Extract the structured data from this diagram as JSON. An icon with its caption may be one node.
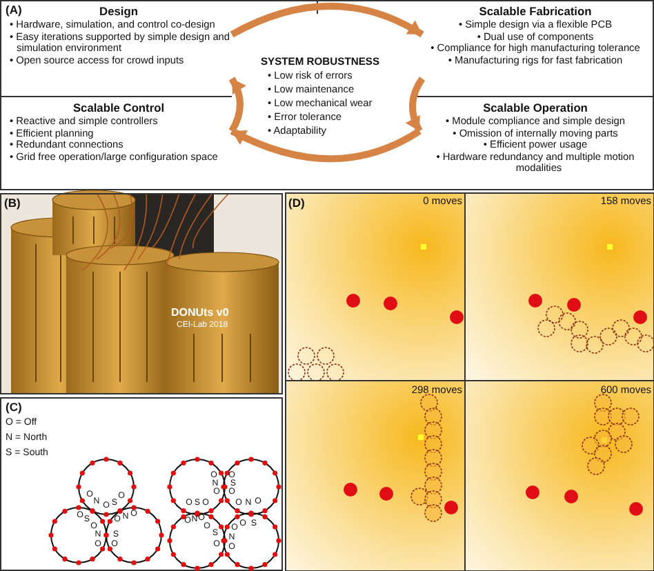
{
  "diagram": {
    "nodes": [
      {
        "text": [
          "Design",
          "• Hardware, simulation, and control co-design",
          "• Easy iterations supported by simple design and simulation environment",
          "• Open source access for crowd inputs"
        ]
      },
      {
        "text": [
          "Scalable Fabrication",
          "• Simple design via a flexible PCB",
          "• Dual use of components",
          "• Compliance for high manufacturing tolerance",
          "• Manufacturing rigs for fast fabrication"
        ]
      },
      {
        "text": [
          "Scalable Control",
          "• Reactive and simple controllers",
          "• Efficient planning",
          "• Redundant connections",
          "• Grid free operation/large configuration space"
        ]
      },
      {
        "text": [
          "Scalable Operation",
          "• Module compliance and simple design",
          "• Omission of internally moving parts",
          "• Efficient power usage",
          "• Hardware redundancy and multiple motion modalities"
        ]
      }
    ],
    "edges": [
      {
        "from": 0,
        "to": 1,
        "arrow": "to"
      },
      {
        "from": 1,
        "to": 3,
        "arrow": "to"
      },
      {
        "from": 3,
        "to": 2,
        "arrow": "to"
      },
      {
        "from": 2,
        "to": 0,
        "arrow": "to"
      }
    ],
    "labels": [
      "(A)",
      "SYSTEM ROBUSTNESS",
      "• Low risk of errors",
      "• Low maintenance",
      "• Low mechanical wear",
      "• Error tolerance",
      "• Adaptability",
      "(B)",
      "DONUts v0",
      "CEI-Lab 2018",
      "(D)",
      "0 moves",
      "158 moves",
      "298 moves",
      "600 moves",
      "(C)",
      "O = Off",
      "N = North",
      "S = South",
      "O",
      "N",
      "O",
      "S",
      "O",
      "O",
      "S",
      "O",
      "N",
      "O",
      "O",
      "N",
      "O",
      "S",
      "O",
      "O",
      "N",
      "O",
      "O",
      "S",
      "O",
      "O",
      "S",
      "O",
      "O",
      "N",
      "O",
      "O",
      "N",
      "O",
      "O",
      "S",
      "O",
      "O",
      "N",
      "O",
      "O",
      "S"
    ]
  }
}
